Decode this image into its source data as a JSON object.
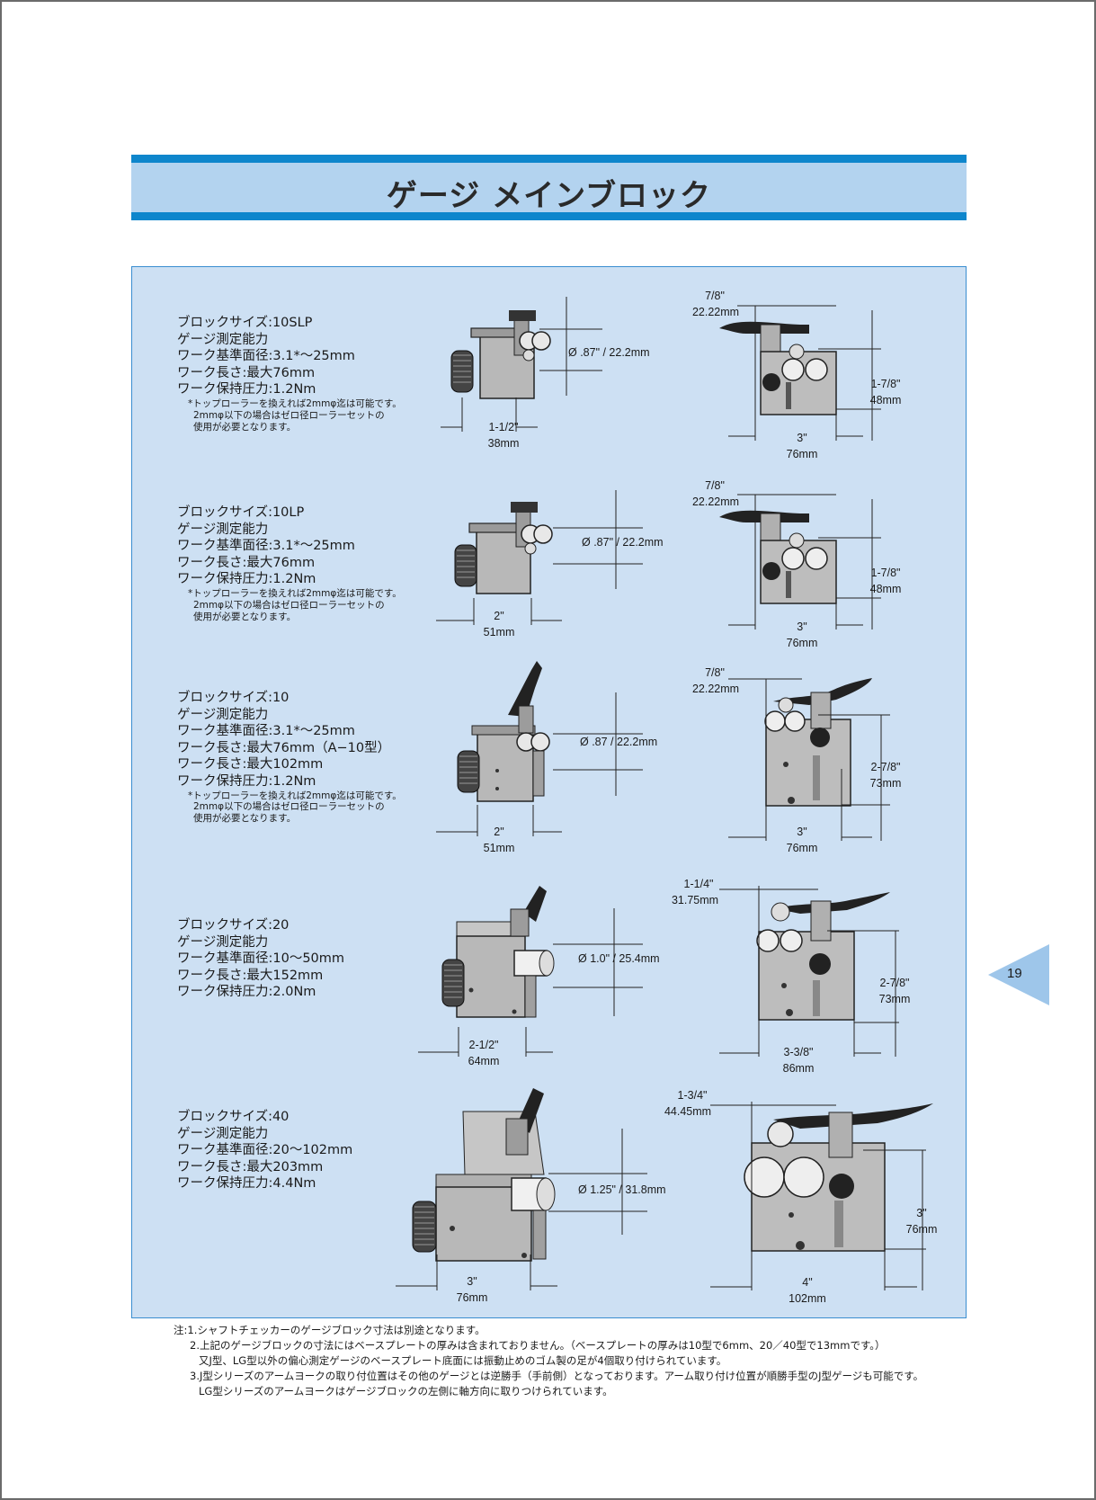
{
  "title": "ゲージ メインブロック",
  "page_number": "19",
  "blocks": [
    {
      "spec_lines": [
        "ブロックサイズ:10SLP",
        "ゲージ測定能力",
        "ワーク基準面径:3.1*〜25mm",
        "ワーク長さ:最大76mm",
        "ワーク保持圧力:1.2Nm"
      ],
      "note_lines": [
        "*トップローラーを換えれば2mmφ迄は可能です。",
        "2mmφ以下の場合はゼロ径ローラーセットの",
        "使用が必要となります。"
      ],
      "dims": {
        "diameter": "Ø .87\" / 22.2mm",
        "width_in": "1-1/2\"",
        "width_mm": "38mm",
        "top_in": "7/8\"",
        "top_mm": "22.22mm",
        "height_in": "1-7/8\"",
        "height_mm": "48mm",
        "base_in": "3\"",
        "base_mm": "76mm"
      }
    },
    {
      "spec_lines": [
        "ブロックサイズ:10LP",
        "ゲージ測定能力",
        "ワーク基準面径:3.1*〜25mm",
        "ワーク長さ:最大76mm",
        "ワーク保持圧力:1.2Nm"
      ],
      "note_lines": [
        "*トップローラーを換えれば2mmφ迄は可能です。",
        "2mmφ以下の場合はゼロ径ローラーセットの",
        "使用が必要となります。"
      ],
      "dims": {
        "diameter": "Ø .87\" / 22.2mm",
        "width_in": "2\"",
        "width_mm": "51mm",
        "top_in": "7/8\"",
        "top_mm": "22.22mm",
        "height_in": "1-7/8\"",
        "height_mm": "48mm",
        "base_in": "3\"",
        "base_mm": "76mm"
      }
    },
    {
      "spec_lines": [
        "ブロックサイズ:10",
        "ゲージ測定能力",
        "ワーク基準面径:3.1*〜25mm",
        "ワーク長さ:最大76mm（A−10型）",
        "ワーク長さ:最大102mm",
        "ワーク保持圧力:1.2Nm"
      ],
      "note_lines": [
        "*トップローラーを換えれば2mmφ迄は可能です。",
        "2mmφ以下の場合はゼロ径ローラーセットの",
        "使用が必要となります。"
      ],
      "dims": {
        "diameter": "Ø .87 / 22.2mm",
        "width_in": "2\"",
        "width_mm": "51mm",
        "top_in": "7/8\"",
        "top_mm": "22.22mm",
        "height_in": "2-7/8\"",
        "height_mm": "73mm",
        "base_in": "3\"",
        "base_mm": "76mm"
      }
    },
    {
      "spec_lines": [
        "ブロックサイズ:20",
        "ゲージ測定能力",
        "ワーク基準面径:10〜50mm",
        "ワーク長さ:最大152mm",
        "ワーク保持圧力:2.0Nm"
      ],
      "note_lines": [],
      "dims": {
        "diameter": "Ø 1.0\" / 25.4mm",
        "width_in": "2-1/2\"",
        "width_mm": "64mm",
        "top_in": "1-1/4\"",
        "top_mm": "31.75mm",
        "height_in": "2-7/8\"",
        "height_mm": "73mm",
        "base_in": "3-3/8\"",
        "base_mm": "86mm"
      }
    },
    {
      "spec_lines": [
        "ブロックサイズ:40",
        "ゲージ測定能力",
        "ワーク基準面径:20〜102mm",
        "ワーク長さ:最大203mm",
        "ワーク保持圧力:4.4Nm"
      ],
      "note_lines": [],
      "dims": {
        "diameter": "Ø 1.25\" / 31.8mm",
        "width_in": "3\"",
        "width_mm": "76mm",
        "top_in": "1-3/4\"",
        "top_mm": "44.45mm",
        "height_in": "3\"",
        "height_mm": "76mm",
        "base_in": "4\"",
        "base_mm": "102mm"
      }
    }
  ],
  "footnotes": [
    "注:1.シャフトチェッカーのゲージブロック寸法は別途となります。",
    "2.上記のゲージブロックの寸法にはベースプレートの厚みは含まれておりません。（ベースプレートの厚みは10型で6mm、20／40型で13mmです。）",
    "又J型、LG型以外の偏心測定ゲージのベースプレート底面には振動止めのゴム製の足が4個取り付けられています。",
    "3.J型シリーズのアームヨークの取り付位置はその他のゲージとは逆勝手（手前側）となっております。アーム取り付け位置が順勝手型のJ型ゲージも可能です。",
    "LG型シリーズのアームヨークはゲージブロックの左側に軸方向に取りつけられています。"
  ]
}
